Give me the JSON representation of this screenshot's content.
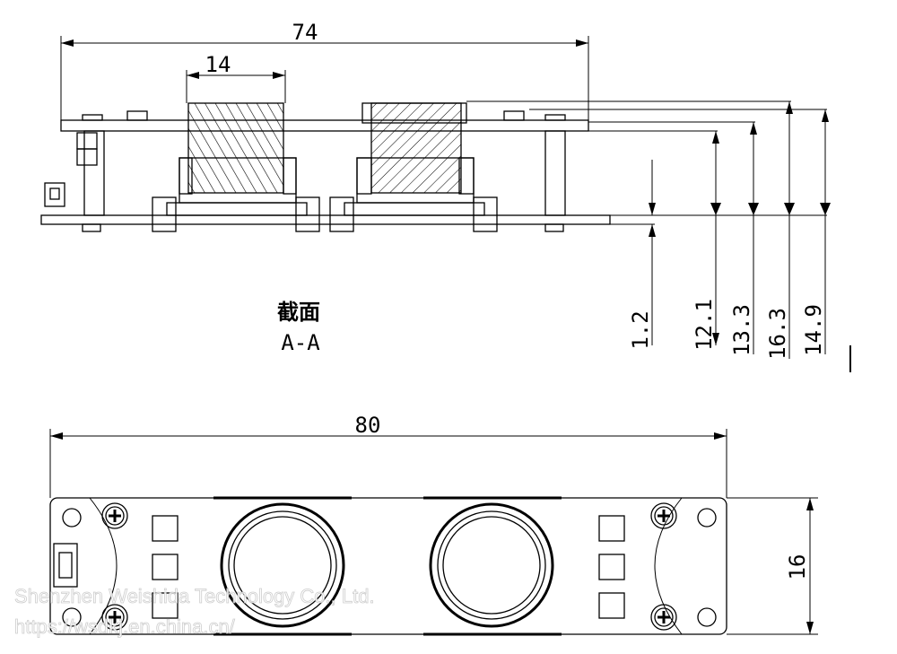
{
  "section_view": {
    "title": "截面",
    "subtitle": "A-A",
    "dims": {
      "overall_width": "74",
      "lens_width": "14",
      "board_thickness": "1.2",
      "height_a": "12.1",
      "height_b": "13.3",
      "height_c": "16.3",
      "height_d": "14.9"
    }
  },
  "bottom_view": {
    "dims": {
      "overall_length": "80",
      "height": "16"
    }
  },
  "watermark": {
    "company": "Shenzhen Weishida Technology Co., Ltd.",
    "url": "https://wsdkj.en.china.cn/"
  }
}
